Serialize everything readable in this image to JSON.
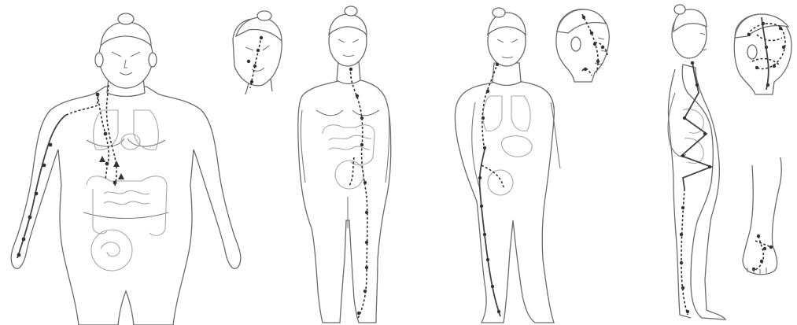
{
  "colors": {
    "outline": "#6b6b6b",
    "organ": "#a8a8a8",
    "channel": "#333333",
    "background": "#ffffff"
  },
  "figures": [
    {
      "view": "front",
      "meridian_path": "arm-to-abdomen"
    },
    {
      "view": "front",
      "meridian_path": "face-to-leg"
    },
    {
      "view": "front-turned",
      "meridian_path": "head-to-foot"
    },
    {
      "view": "side",
      "meridian_path": "zigzag-back-to-foot"
    }
  ],
  "insets": [
    {
      "view": "face-front"
    },
    {
      "view": "head-side"
    },
    {
      "view": "head-side-lines"
    },
    {
      "view": "foot"
    }
  ]
}
